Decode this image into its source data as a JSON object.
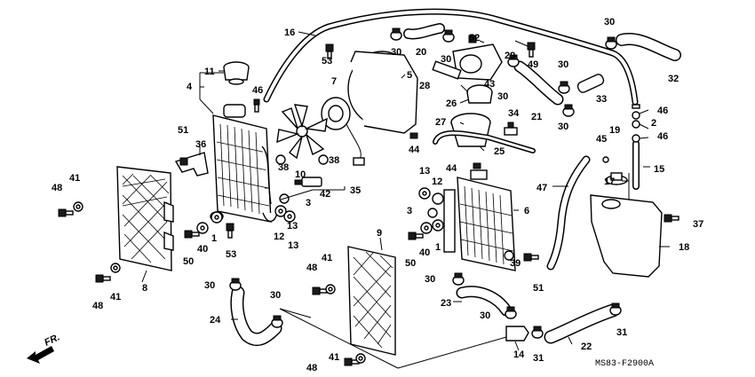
{
  "callouts": {
    "c16": "16",
    "c20": "20",
    "c30a": "30",
    "c30b": "30",
    "c30c": "30",
    "c30d": "30",
    "c52": "52",
    "c53a": "53",
    "c29": "29",
    "c49": "49",
    "c5": "5",
    "c11": "11",
    "c4": "4",
    "c46a": "46",
    "c7": "7",
    "c28": "28",
    "c43": "43",
    "c26": "26",
    "c21": "21",
    "c33": "33",
    "c32": "32",
    "c46b": "46",
    "c2": "2",
    "c46c": "46",
    "c34": "34",
    "c27": "27",
    "c25": "25",
    "c44a": "44",
    "c44b": "44",
    "c19": "19",
    "c45": "45",
    "c15": "15",
    "c51a": "51",
    "c36": "36",
    "c38a": "38",
    "c38b": "38",
    "c10": "10",
    "c42": "42",
    "c35": "35",
    "c3a": "3",
    "c13a": "13",
    "c12a": "12",
    "c3b": "3",
    "c6": "6",
    "c17": "17",
    "c47": "47",
    "c41a": "41",
    "c48a": "48",
    "c1a": "1",
    "c40a": "40",
    "c50a": "50",
    "c53b": "53",
    "c12b": "12",
    "c13b": "13",
    "c9": "9",
    "c1b": "1",
    "c40b": "40",
    "c50b": "50",
    "c39": "39",
    "c51b": "51",
    "c37": "37",
    "c18": "18",
    "c8": "8",
    "c48b": "48",
    "c41b": "41",
    "c48c": "48",
    "c41c": "41",
    "c30e": "30",
    "c30f": "30",
    "c24": "24",
    "c30g": "30",
    "c23": "23",
    "c30h": "30",
    "c14": "14",
    "c31a": "31",
    "c22": "22",
    "c31b": "31",
    "c41d": "41",
    "c48d": "48",
    "c13c": "13"
  },
  "footer": {
    "direction_label": "FR.",
    "diagram_code": "MS83-F2900A"
  }
}
